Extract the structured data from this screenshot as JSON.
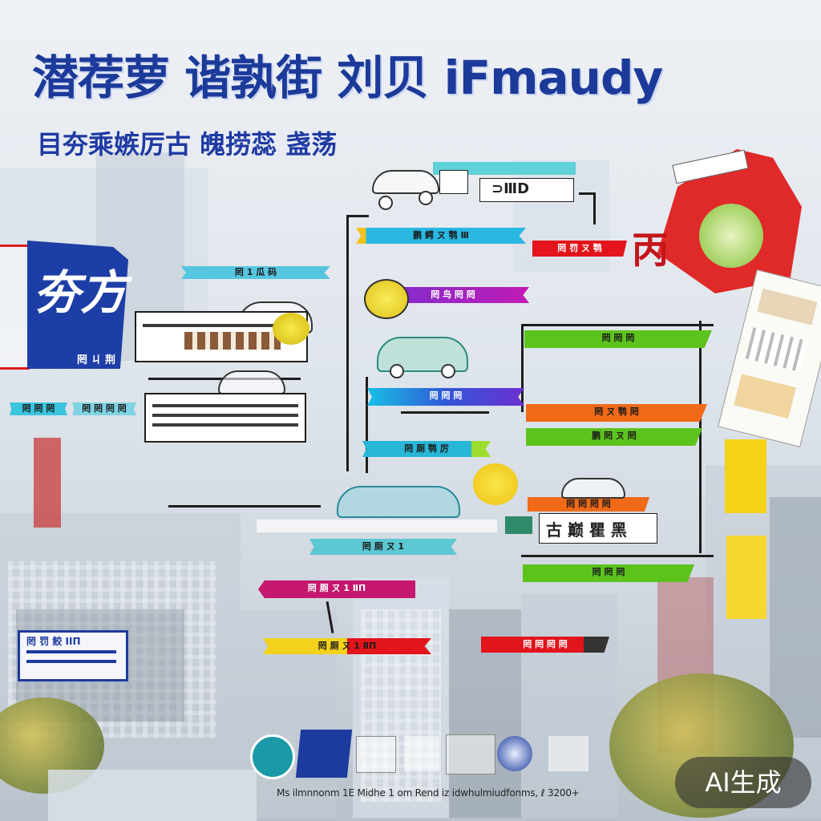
{
  "header": {
    "title": "潜荐萝 谐孰街 刘贝 iFmaudy",
    "subtitle": "目夯乘嫉厉古 魄捞蕊 盏荡"
  },
  "top_card": {
    "label": "⊃ⅢD"
  },
  "left_panel": {
    "label": "罔 ㄐ 荆",
    "glyph": "夯方"
  },
  "right_panel": {
    "glyph": "丙"
  },
  "ribbons": {
    "r1": "鹏 鳄 ㄡ 鹗 Ⅲ",
    "r2": "罔 罚 ㄡ 鹗",
    "r3": "罔 1 瓜 码",
    "r4": "罔 鸟 罔 罔",
    "r5": "罔 罔 罔",
    "r6": "罔 罔 罔",
    "r7": "罔 ㄡ 鹗 罔",
    "r8": "鹏 罔 ㄡ 罔",
    "r9": "罔 罔 罔",
    "r10": "罔 罔 罔 罔",
    "r11": "罔 厕 鹗 厉",
    "r12": "罔 罔 罔 罔",
    "r13": "罔 厕 ㄡ 1",
    "r14": "罔 厕 ㄡ 1 ⅡΠ",
    "r15": "罔 罔 罔"
  },
  "center_sign": {
    "label": "古 巅 瞿 黑"
  },
  "bottom_left_card": {
    "label": "罔 罚 鲛 IIΠ"
  },
  "footer": {
    "text": "Ms ilmnnonm 1E Midhe 1 om Rend iz idwhulmiudfonms, ℓ 3200+"
  },
  "ai_label": "AI生成",
  "colors": {
    "title_blue": "#1c3a9a",
    "cyan": "#27b6d6",
    "magenta": "#c0186e",
    "green": "#59c21e",
    "orange": "#f26a1b",
    "red": "#e3141b",
    "yellow": "#f2d21a",
    "purple": "#6a2fd0"
  }
}
